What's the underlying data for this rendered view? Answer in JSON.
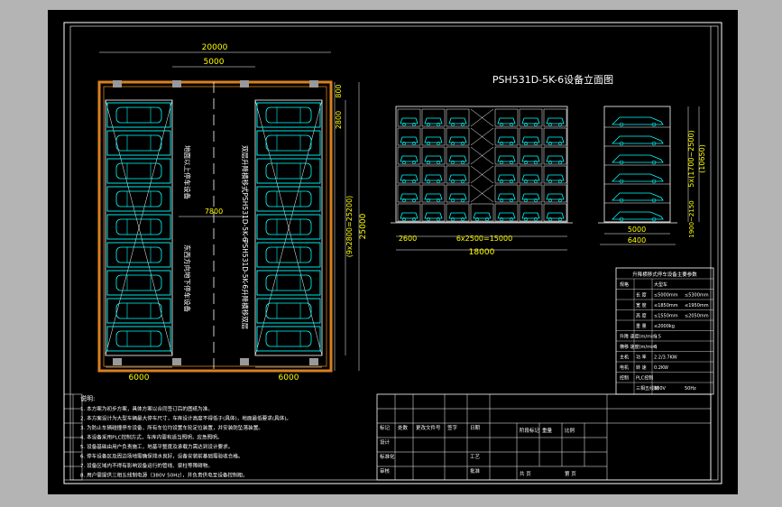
{
  "drawing": {
    "title": "PSH531D-5K-6设备立面图",
    "plan": {
      "dims": {
        "total_width": "20000",
        "aisle_top": "5000",
        "aisle_mid": "7800",
        "left_bottom": "6000",
        "right_bottom": "6000",
        "right_top": "800",
        "right_mid": "2800",
        "right_inner": "(9x2800=25200)",
        "right_total": "25000"
      },
      "labels": {
        "l1": "地面以上停车设备",
        "l2": "双层升降横移式PSH531D-5K-6",
        "l3": "东西方向地下停车设备",
        "l4": "PSH531D-5K-6升降横移双层"
      }
    },
    "front": {
      "dims": {
        "left": "2600",
        "mid": "6x2500=15000",
        "total": "18000"
      }
    },
    "side": {
      "dims": {
        "d1": "5000",
        "d2": "6400",
        "h_total": "5x(1700~2500)",
        "h_total2": "(10650)",
        "pit": "1900~2150"
      }
    },
    "spec_table": {
      "title": "升降横移式停车设备主要参数",
      "rows": [
        [
          "规格",
          "",
          "大型车"
        ],
        [
          "",
          "长 度",
          "≤5000mm",
          "≤5300mm"
        ],
        [
          "",
          "宽 度",
          "≤1850mm",
          "≤1950mm"
        ],
        [
          "",
          "高 度",
          "≤1550mm",
          "≤2050mm"
        ],
        [
          "",
          "重 量",
          "≤2000kg",
          ""
        ],
        [
          "升降 速度(m/min)",
          "",
          "5.5"
        ],
        [
          "横移 速度(m/min)",
          "",
          "6"
        ],
        [
          "主机",
          "功 率",
          "2.2/3.7KW"
        ],
        [
          "电机",
          "转 速",
          "0.2KW"
        ],
        [
          "控制",
          "PLC控制"
        ],
        [
          "",
          "三相五线制",
          "380V",
          "50Hz"
        ]
      ]
    },
    "notes": {
      "heading": "说明:",
      "items": [
        "1. 本方案为初步方案，具体方案以合同签订后的图纸为准。",
        "2. 本方案设计为大型车辆最大停车尺寸，车库设计高度不得低于(具体)，地面最低要求(具体)。",
        "3. 为防止车辆碰撞停车设备，所有车位均设置车轮定位装置，并安装防坠落装置。",
        "4. 本设备采用PLC控制方式，车库内需有适当照明，应急照明。",
        "5. 设备基础由用户负责施工，地基平整度及承载力需达到设计要求。",
        "6. 停车设备区及周边场地需确保排水良好，设备安装前基础需验收合格。",
        "7. 设备区域内不得有影响设备运行的管线、梁柱等障碍物。",
        "8. 用户需提供三相五线制电源（380V 50Hz），并负责供电至设备控制柜。"
      ]
    },
    "title_block": {
      "cells": [
        "标记",
        "处数",
        "更改文件号",
        "签字",
        "日期",
        "设计",
        "标准化",
        "审核",
        "工艺",
        "批准",
        "阶段标记",
        "重量",
        "比例",
        "共 页",
        "第 页"
      ]
    }
  }
}
